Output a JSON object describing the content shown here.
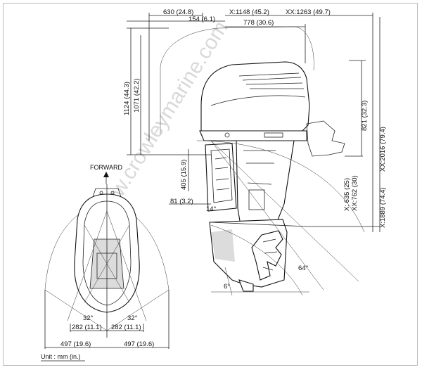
{
  "watermark": "www.crowleymarine.com",
  "unit_label": "Unit : mm (in.)",
  "forward_label": "FORWARD",
  "dims_top": {
    "d630": "630 (24.8)",
    "d154": "154 (6.1)",
    "dx1148": "X:1148 (45.2)",
    "dxx1263": "XX:1263 (49.7)",
    "d778": "778 (30.6)"
  },
  "dims_left": {
    "d1124": "1124 (44.3)",
    "d1071": "1071 (42.2)",
    "d405": "405 (15.9)",
    "d81": "81 (3.2)",
    "a14": "14°"
  },
  "dims_right": {
    "d821": "821 (32.3)",
    "dxx2016": "XX:2016 (79.4)",
    "dx635": "X: 635 (25)",
    "dxx762": "XX:762 (30)",
    "dx1889": "X:1889 (74.4)"
  },
  "angles": {
    "a64": "64°",
    "a6": "6°",
    "a32l": "32°",
    "a32r": "32°"
  },
  "dims_bottom": {
    "d282l": "282 (11.1)",
    "d282r": "282 (11.1)",
    "d497l": "497 (19.6)",
    "d497r": "497 (19.6)"
  }
}
